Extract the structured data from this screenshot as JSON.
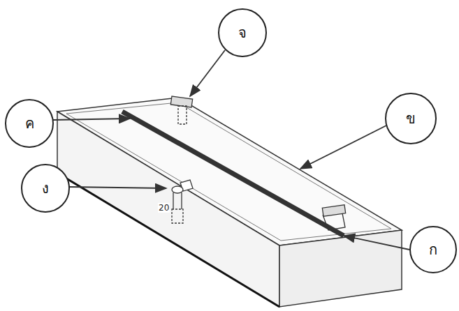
{
  "diagram": {
    "nodes": [
      {
        "text": [
          "จ"
        ]
      },
      {
        "text": [
          "ข"
        ]
      },
      {
        "text": [
          "ค"
        ]
      },
      {
        "text": [
          "ง"
        ]
      },
      {
        "text": [
          "ก"
        ]
      }
    ],
    "labels": [
      "20"
    ]
  }
}
